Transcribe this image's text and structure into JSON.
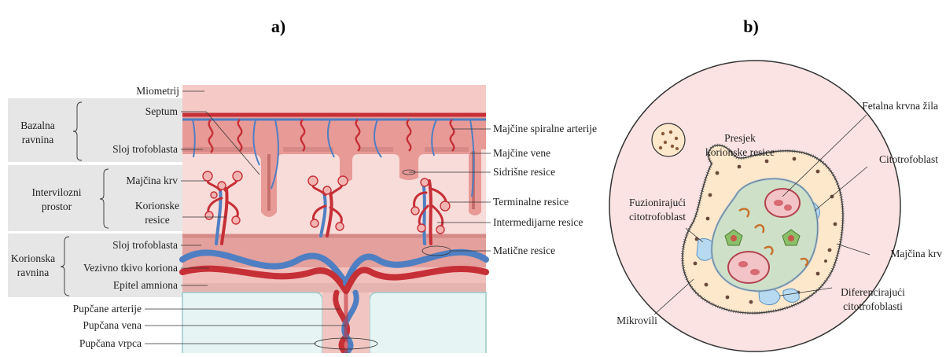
{
  "panel_a": {
    "letter": "a)",
    "groups": {
      "bazalna": [
        "Bazalna",
        "ravnina"
      ],
      "intervilozni": [
        "Intervilozni",
        "prostor"
      ],
      "korionska": [
        "Korionska",
        "ravnina"
      ]
    },
    "labels_left": {
      "miometrij": "Miometrij",
      "septum": "Septum",
      "sloj_trofoblasta_top": "Sloj trofoblasta",
      "majcina_krv": "Majčina krv",
      "korionske_1": "Korionske",
      "korionske_2": "resice",
      "sloj_trofoblasta_bottom": "Sloj trofoblasta",
      "vezivno_tkivo": "Vezivno tkivo koriona",
      "epitel_amniona": "Epitel amniona",
      "pupcane_arterije": "Pupčane arterije",
      "pupcana_vena": "Pupčana vena",
      "pupcana_vrpca": "Pupčana vrpca"
    },
    "labels_right": {
      "spiralne_arterije": "Majčine spiralne arterije",
      "majcine_vene": "Majčine vene",
      "sidrisne_resice": "Sidrišne resice",
      "terminalne_resice": "Terminalne resice",
      "intermedijarne_resice": "Intermedijarne resice",
      "maticne_resice": "Matične resice"
    }
  },
  "panel_b": {
    "letter": "b)",
    "labels": {
      "presjek_1": "Presjek",
      "presjek_2": "korionske resice",
      "fetalna": "Fetalna krvna žila",
      "citotrofoblast": "Citotrofoblast",
      "fuzionirajuci_1": "Fuzionirajući",
      "fuzionirajuci_2": "citotrofoblast",
      "majcina_krv": "Majčina krv",
      "diferencirajuci_1": "Diferencirajući",
      "diferencirajuci_2": "citotrofoblasti",
      "mikrovili": "Mikrovili"
    }
  },
  "colors": {
    "gray_band": "#e6e6e6",
    "myometrium": "#f4c9c6",
    "decidua": "#e89a97",
    "artery": "#d23a3e",
    "vein": "#4f7fc2",
    "intervillous": "#f8dcd9",
    "amnion": "#e7f4f4",
    "circle_fill": "#fbe3e3",
    "villus_fill": "#fde8cc",
    "cyto_blue": "#b8daf0"
  }
}
